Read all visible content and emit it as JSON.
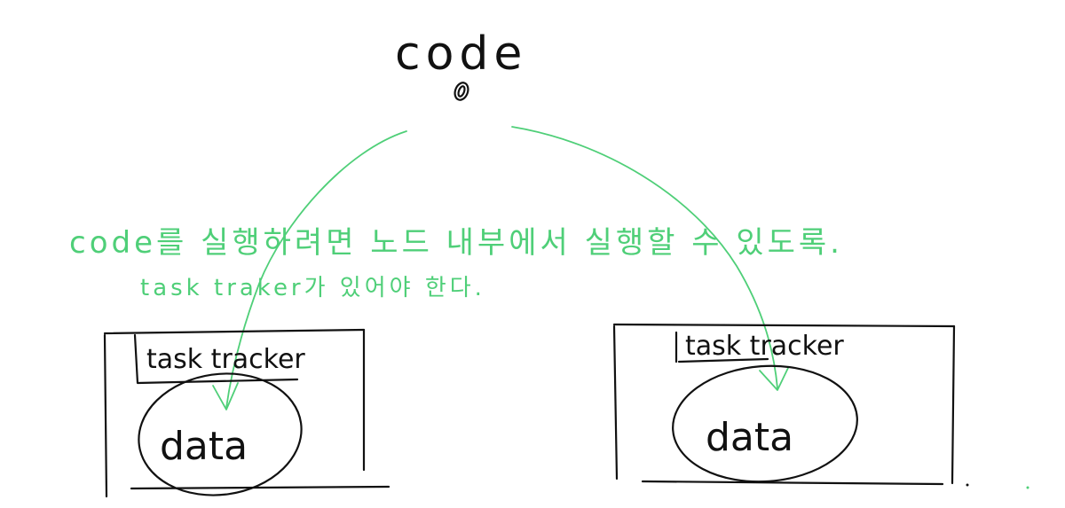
{
  "diagram": {
    "top_label": "code",
    "note_line1": "code를 실행하려면 노드 내부에서 실행할 수 있도록.",
    "note_line2": "task traker가 있어야 한다.",
    "left_node": {
      "tracker_label": "task tracker",
      "data_label": "data"
    },
    "right_node": {
      "tracker_label": "task tracker",
      "data_label": "data"
    }
  },
  "colors": {
    "ink": "#111111",
    "annotation": "#4fcf78",
    "background": "#ffffff"
  }
}
